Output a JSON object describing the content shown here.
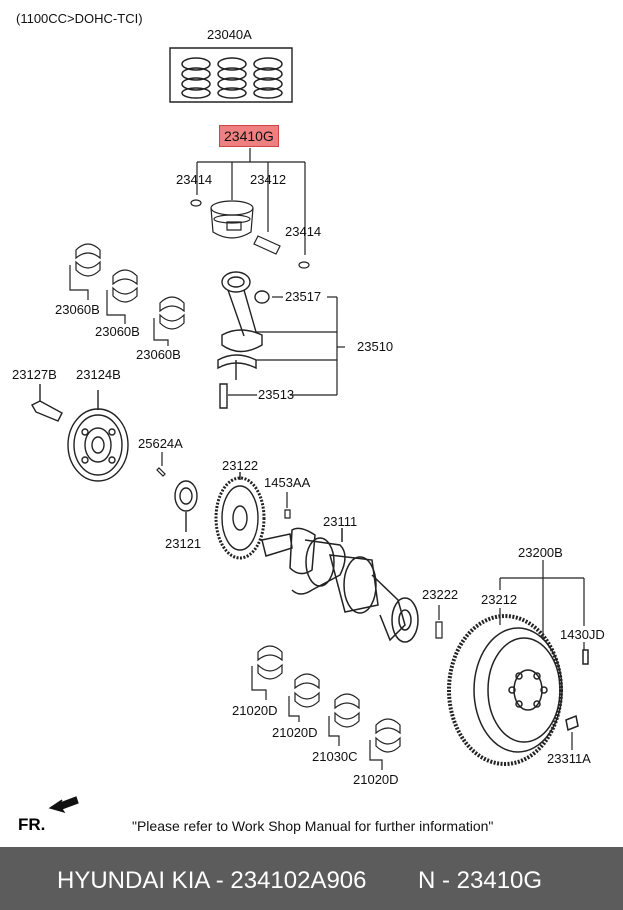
{
  "header": {
    "engine_spec": "(1100CC>DOHC-TCI)"
  },
  "labels": {
    "p23040A": "23040A",
    "p23410G": "23410G",
    "p23414a": "23414",
    "p23412": "23412",
    "p23414b": "23414",
    "p23060B_1": "23060B",
    "p23060B_2": "23060B",
    "p23060B_3": "23060B",
    "p23517": "23517",
    "p23510": "23510",
    "p23513": "23513",
    "p23127B": "23127B",
    "p23124B": "23124B",
    "p25624A": "25624A",
    "p23122": "23122",
    "p1453AA": "1453AA",
    "p23121": "23121",
    "p23111": "23111",
    "p23200B": "23200B",
    "p23222": "23222",
    "p23212": "23212",
    "p1430JD": "1430JD",
    "p21020D_1": "21020D",
    "p21020D_2": "21020D",
    "p21030C": "21030C",
    "p21020D_3": "21020D",
    "p23311A": "23311A"
  },
  "direction_marker": "FR.",
  "note": "\"Please refer to Work Shop Manual for further information\"",
  "footer": {
    "brand": "HYUNDAI  KIA - 234102A906",
    "part_number": "N - 23410G"
  },
  "highlight_color": "#f08080"
}
